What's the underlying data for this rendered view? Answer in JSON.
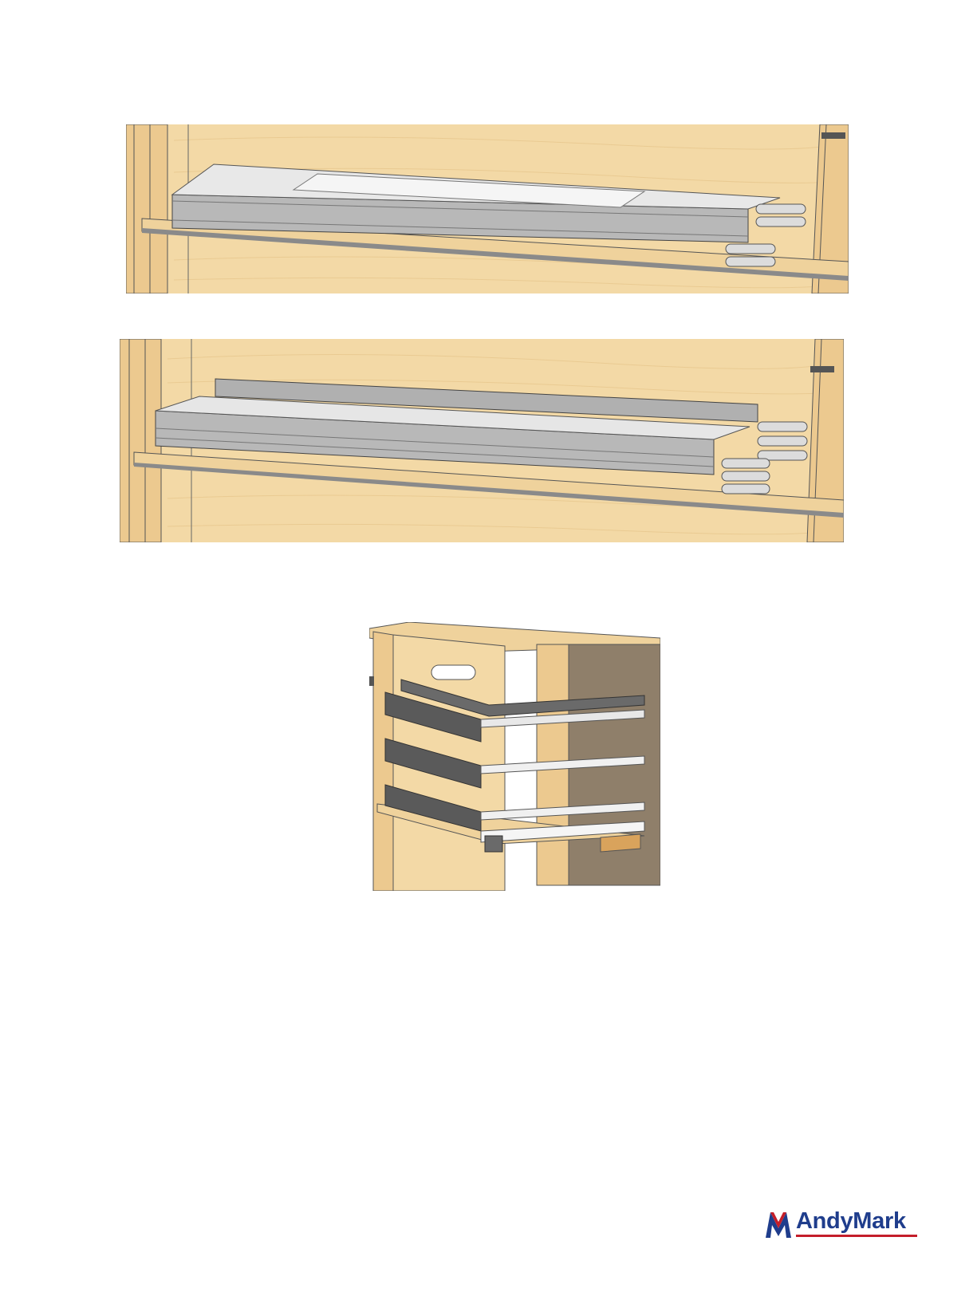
{
  "document": {
    "figures": [
      {
        "id": "fig-shelf-single-rail"
      },
      {
        "id": "fig-shelf-double-rail"
      },
      {
        "id": "fig-cabinet-stacked-rails"
      }
    ],
    "logo": {
      "text": "AndyMark",
      "colors": {
        "text": "#1f3d8c",
        "accent": "#c41e2a"
      }
    }
  }
}
